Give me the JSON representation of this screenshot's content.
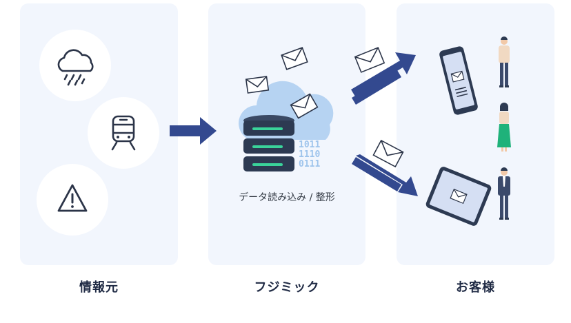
{
  "columns": {
    "source": {
      "label": "情報元"
    },
    "center": {
      "label": "フジミック",
      "caption": "データ読み込み / 整形"
    },
    "customer": {
      "label": "お客様"
    }
  },
  "colors": {
    "panel": "#f2f6fd",
    "arrow": "#33498f",
    "server": "#2d3a52",
    "server_light": "#3ad39a",
    "cloud": "#b6d3f2",
    "icon_stroke": "#2b3448"
  },
  "icons": {
    "source": [
      "cloud-rain-icon",
      "train-icon",
      "warning-icon"
    ],
    "center": [
      "server-icon",
      "cloud-icon",
      "binary-icon",
      "envelope-icon"
    ],
    "customer": [
      "smartphone-icon",
      "tablet-icon",
      "person-icon"
    ]
  }
}
